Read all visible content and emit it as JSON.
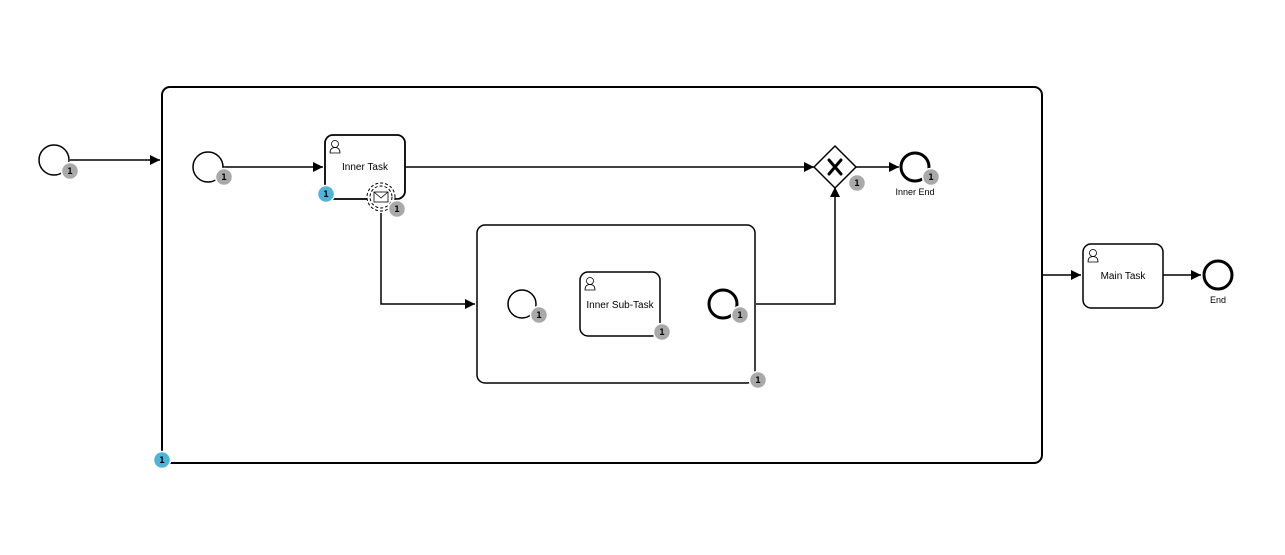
{
  "diagram": {
    "type": "bpmn-process",
    "labels": {
      "inner_task": "Inner Task",
      "inner_sub_task": "Inner Sub-Task",
      "inner_end": "Inner End",
      "main_task": "Main Task",
      "end": "End"
    },
    "badges": {
      "start_event": "1",
      "inner_start_event": "1",
      "inner_task_active": "1",
      "message_boundary_event": "1",
      "gateway": "1",
      "inner_end_event": "1",
      "sub_start_event": "1",
      "inner_sub_task": "1",
      "sub_end_event": "1",
      "sub_process": "1",
      "outer_subprocess_active": "1"
    },
    "colors": {
      "stroke": "#000000",
      "badge_completed": "#a9a9a9",
      "badge_active": "#52b3d9",
      "background": "#ffffff"
    },
    "icons": {
      "task_marker": "user-icon",
      "boundary_marker": "envelope-icon",
      "gateway_marker": "x-icon"
    }
  }
}
